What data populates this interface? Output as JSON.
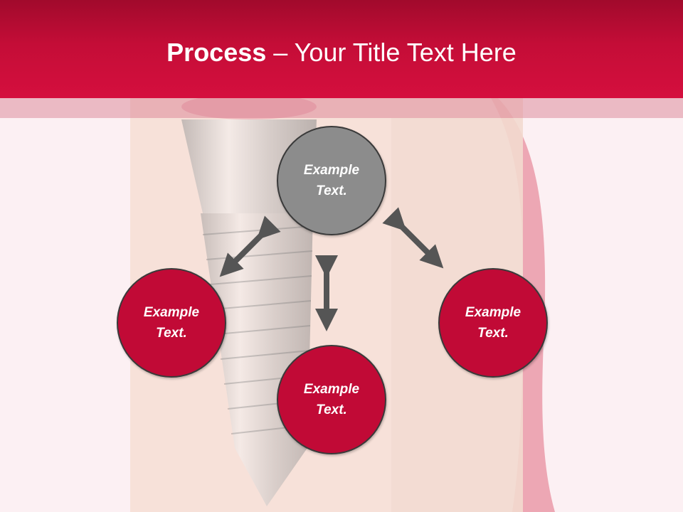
{
  "title": {
    "bold": "Process",
    "rest": " – Your Title Text Here"
  },
  "nodes": {
    "top": "Example Text.",
    "left": "Example Text.",
    "right": "Example Text.",
    "bottom": "Example Text."
  },
  "colors": {
    "header": "#c40d37",
    "node_red": "#c10a36",
    "node_gray": "#8c8c8c",
    "arrow": "#555555",
    "background": "#fcf0f3"
  }
}
